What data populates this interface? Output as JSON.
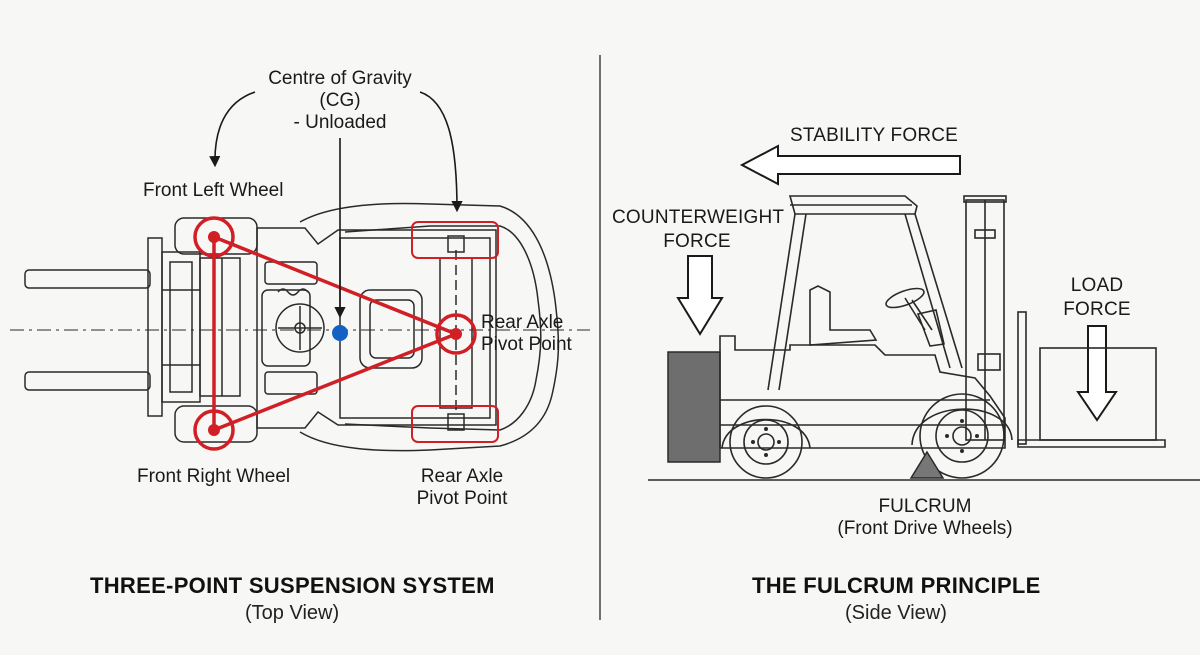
{
  "colors": {
    "line": "#2a2a2a",
    "red": "#d11f26",
    "cg_dot": "#1560c4",
    "counterweight": "#6e6e6e",
    "bg": "#f7f7f5"
  },
  "left": {
    "cg_label": [
      "Centre of Gravity",
      "(CG)",
      "- Unloaded"
    ],
    "front_left_wheel": "Front Left Wheel",
    "front_right_wheel": "Front Right Wheel",
    "rear_axle_pivot_top": [
      "Rear Axle",
      "Pivot Point"
    ],
    "rear_axle_pivot_bottom": [
      "Rear Axle",
      "Pivot Point"
    ],
    "title": "THREE-POINT SUSPENSION SYSTEM",
    "subtitle": "(Top View)"
  },
  "right": {
    "stability_force": "STABILITY FORCE",
    "counterweight_force": [
      "COUNTERWEIGHT",
      "FORCE"
    ],
    "load_force": [
      "LOAD",
      "FORCE"
    ],
    "fulcrum": [
      "FULCRUM",
      "(Front Drive Wheels)"
    ],
    "title": "THE FULCRUM PRINCIPLE",
    "subtitle": "(Side View)"
  }
}
